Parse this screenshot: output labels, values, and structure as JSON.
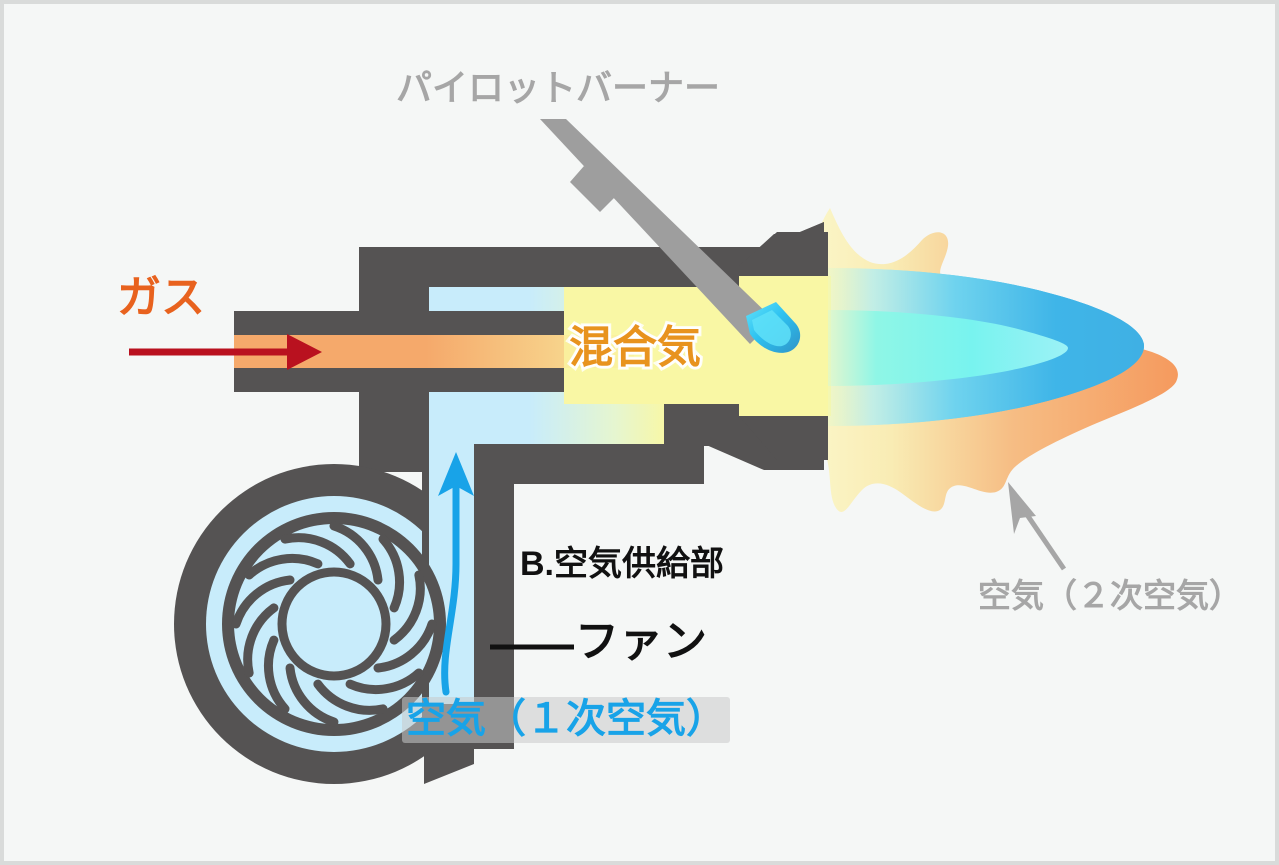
{
  "figure": {
    "type": "technical-cutaway-diagram",
    "subject": "gas burner with forced-draft blower",
    "background_color": "#f5f7f6",
    "border_color": "#d9dbda"
  },
  "labels": {
    "pilot_burner": "パイロットバーナー",
    "gas": "ガス",
    "mixture": "混合気",
    "air_supply_section": "B.空気供給部",
    "fan": "ファン",
    "primary_air": "空気（１次空気）",
    "secondary_air": "空気（２次空気）"
  },
  "colors": {
    "body_gray": "#555353",
    "pilot_rod_gray": "#9e9e9e",
    "pilot_tip_cyan": "#29c6f0",
    "pilot_tip_blue": "#2f9fd4",
    "gas_orange": "#f5a96b",
    "gas_arrow_red": "#b9111f",
    "air_light_blue": "#c8ecfb",
    "air_arrow_blue": "#18a3e8",
    "mixture_yellow": "#f9f7a4",
    "flame_outer_yellow": "#f7eeb0",
    "flame_outer_orange": "#f59a5e",
    "flame_inner_blue": "#3fb5e8",
    "flame_core_cyan": "#78f3ef",
    "label_gray": "#a6a6a6",
    "label_orange": "#e8621e",
    "label_mixture_orange": "#e8931e",
    "label_blue": "#18a3e8",
    "label_black": "#111111",
    "highlight_gray": "#c8caca"
  },
  "icons": {
    "gas_flow_arrow": "arrow-right-icon",
    "air_flow_arrow": "arrow-up-curved-icon",
    "secondary_air_pointer": "arrow-up-left-icon",
    "fan_impeller": "fan-icon",
    "leader_line": "leader-line-icon"
  },
  "parts": [
    {
      "name": "gas-inlet-pipe",
      "flow": "ガス"
    },
    {
      "name": "air-duct-upper",
      "flow": "空気"
    },
    {
      "name": "air-duct-lower",
      "flow": "空気"
    },
    {
      "name": "mixing-chamber",
      "flow": "混合気"
    },
    {
      "name": "burner-nozzle",
      "flow": "混合気"
    },
    {
      "name": "pilot-burner-rod",
      "flow": "パイロット"
    },
    {
      "name": "blower-scroll",
      "flow": "空気"
    },
    {
      "name": "fan-impeller",
      "flow": "空気"
    },
    {
      "name": "flame",
      "flow": "燃焼"
    }
  ]
}
